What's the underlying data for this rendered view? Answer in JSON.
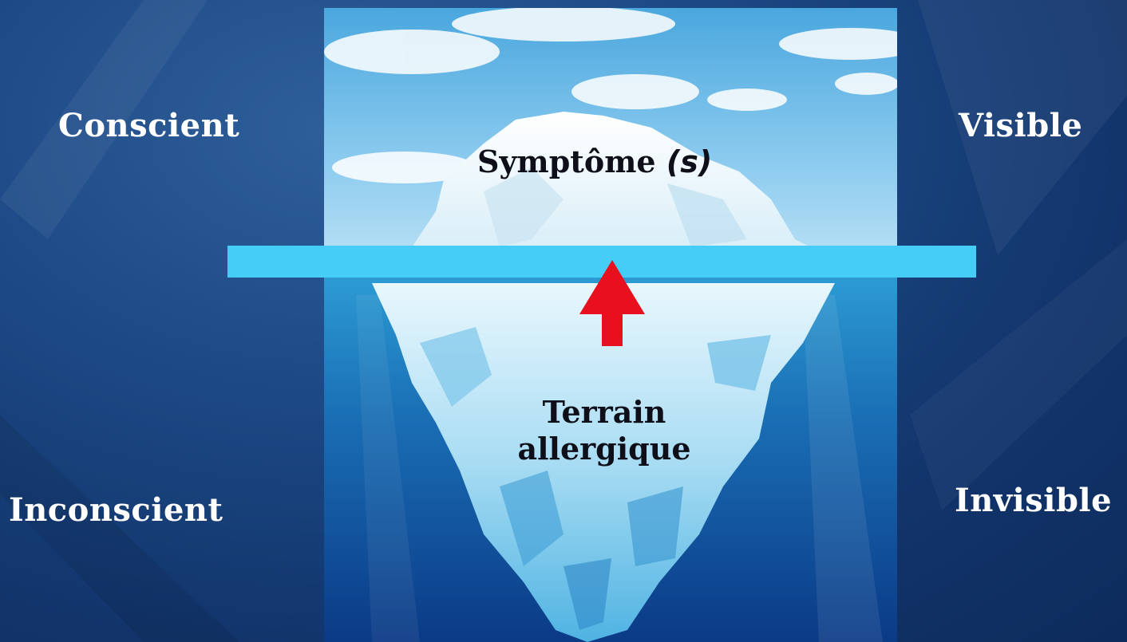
{
  "labels": {
    "conscient": "Conscient",
    "inconscient": "Inconscient",
    "visible": "Visible",
    "invisible": "Invisible"
  },
  "iceberg": {
    "tip_label": "Symptôme",
    "tip_suffix": "(s)",
    "base_line1": "Terrain",
    "base_line2": "allergique"
  },
  "colors": {
    "background": "#1d4a86",
    "waterline": "#45cdf7",
    "arrow": "#e8101e",
    "side_text": "#ffffff"
  },
  "icons": {
    "arrow": "arrow-up-icon"
  }
}
